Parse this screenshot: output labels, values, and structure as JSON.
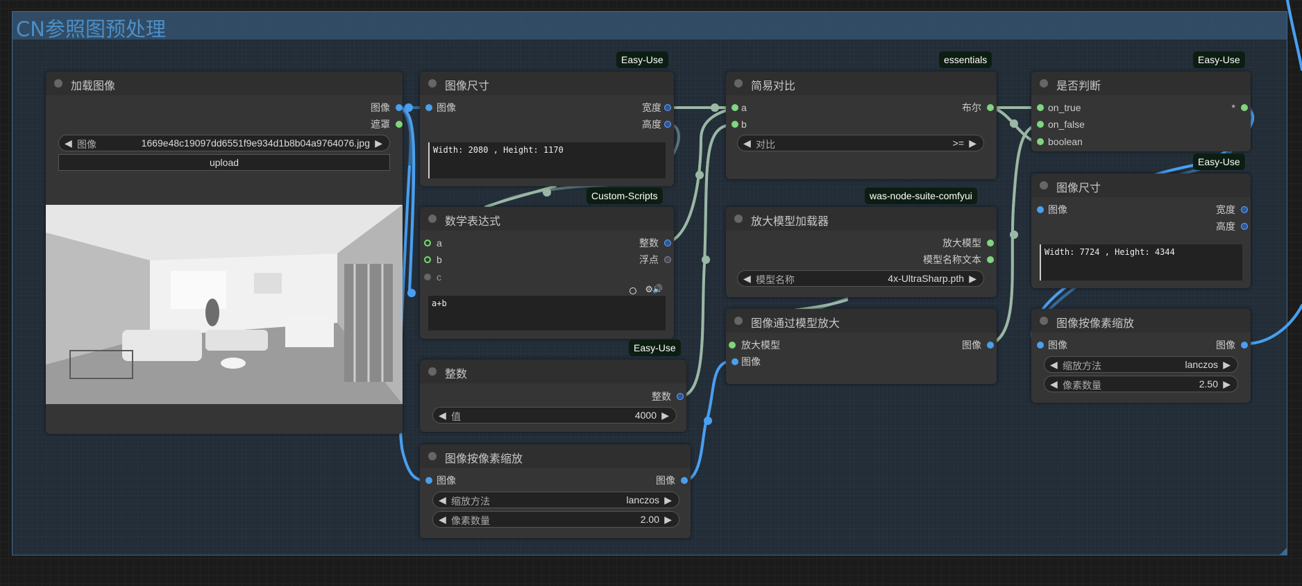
{
  "group": {
    "title": "CN参照图预处理"
  },
  "nodes": {
    "load_image": {
      "title": "加载图像",
      "out_image": "图像",
      "out_mask": "遮罩",
      "widget_name": "图像",
      "widget_value": "1669e48c19097dd6551f9e934d1b8b04a9764076.jpg",
      "upload_label": "upload"
    },
    "image_size_1": {
      "badge": "Easy-Use",
      "title": "图像尺寸",
      "in_image": "图像",
      "out_width": "宽度",
      "out_height": "高度",
      "text": "Width: 2080 , Height: 1170"
    },
    "math_expr": {
      "badge": "Custom-Scripts",
      "title": "数学表达式",
      "in_a": "a",
      "in_b": "b",
      "in_c": "c",
      "out_int": "整数",
      "out_float": "浮点",
      "expr": "a+b"
    },
    "integer": {
      "badge": "Easy-Use",
      "title": "整数",
      "out": "整数",
      "widget_name": "值",
      "widget_value": "4000"
    },
    "scale_1": {
      "title": "图像按像素缩放",
      "in_image": "图像",
      "out_image": "图像",
      "w1_name": "缩放方法",
      "w1_value": "lanczos",
      "w2_name": "像素数量",
      "w2_value": "2.00"
    },
    "compare": {
      "badge": "essentials",
      "title": "简易对比",
      "in_a": "a",
      "in_b": "b",
      "out": "布尔",
      "widget_name": "对比",
      "widget_value": ">="
    },
    "upscale_loader": {
      "badge": "was-node-suite-comfyui",
      "title": "放大模型加载器",
      "out_model": "放大模型",
      "out_name": "模型名称文本",
      "widget_name": "模型名称",
      "widget_value": "4x-UltraSharp.pth"
    },
    "upscale": {
      "title": "图像通过模型放大",
      "in_model": "放大模型",
      "in_image": "图像",
      "out_image": "图像"
    },
    "if_else": {
      "badge": "Easy-Use",
      "title": "是否判断",
      "in_true": "on_true",
      "in_false": "on_false",
      "in_bool": "boolean",
      "out": "*"
    },
    "image_size_2": {
      "badge": "Easy-Use",
      "title": "图像尺寸",
      "in_image": "图像",
      "out_width": "宽度",
      "out_height": "高度",
      "text": "Width: 7724 , Height: 4344"
    },
    "scale_2": {
      "title": "图像按像素缩放",
      "in_image": "图像",
      "out_image": "图像",
      "w1_name": "缩放方法",
      "w1_value": "lanczos",
      "w2_name": "像素数量",
      "w2_value": "2.50"
    }
  },
  "colors": {
    "image_link": "#4a9fef",
    "int_link": "#9ab8a4",
    "group_border": "#3a6a92",
    "group_title": "#4c8fc8",
    "badge_bg": "#0c1e12"
  }
}
